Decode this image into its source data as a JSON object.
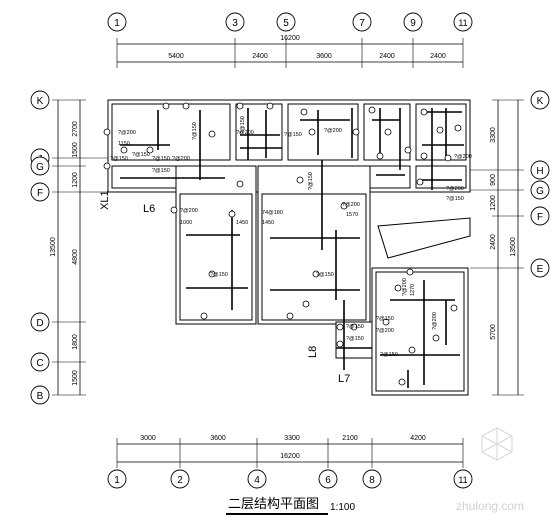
{
  "drawing": {
    "title": "二层结构平面图",
    "scale": "1:100",
    "watermark": "zhulong.com"
  },
  "axes": {
    "top_bubbles": [
      "1",
      "3",
      "5",
      "7",
      "9",
      "11"
    ],
    "top_overall": "16200",
    "top_segments": [
      "5400",
      "2400",
      "3600",
      "2400",
      "2400"
    ],
    "bottom_bubbles": [
      "1",
      "2",
      "4",
      "6",
      "8",
      "11"
    ],
    "bottom_overall": "16200",
    "bottom_segments": [
      "3000",
      "3600",
      "3300",
      "2100",
      "4200"
    ],
    "left_bubbles": [
      "K",
      "J",
      "G",
      "F",
      "D",
      "C",
      "B"
    ],
    "left_segments": [
      "2700",
      "1500",
      "1200",
      "4800",
      "1800",
      "1500"
    ],
    "left_overall": "13500",
    "right_bubbles": [
      "K",
      "H",
      "G",
      "F",
      "E"
    ],
    "right_segments": [
      "3300",
      "900",
      "1200",
      "2400",
      "5700"
    ],
    "right_overall": "13500"
  },
  "labels": {
    "xl1": "XL1",
    "l6": "L6",
    "l7": "L7",
    "l8": "L8"
  },
  "rebar_notes": [
    "?@200",
    "1150",
    "?@150",
    "?@150",
    "?@150",
    "?@150",
    "?@200",
    "?@150",
    "?@150",
    "?@200",
    "?@150",
    "?@200",
    "?@200",
    "?@200",
    "1000",
    "1450",
    "74@180",
    "1450",
    "?@150",
    "?@200",
    "1570",
    "?@200",
    "1270",
    "?@200",
    "?@150",
    "?@200",
    "?@150",
    "?@150",
    "?@150",
    "?@150",
    "?@150",
    "?@200",
    "?@150"
  ]
}
